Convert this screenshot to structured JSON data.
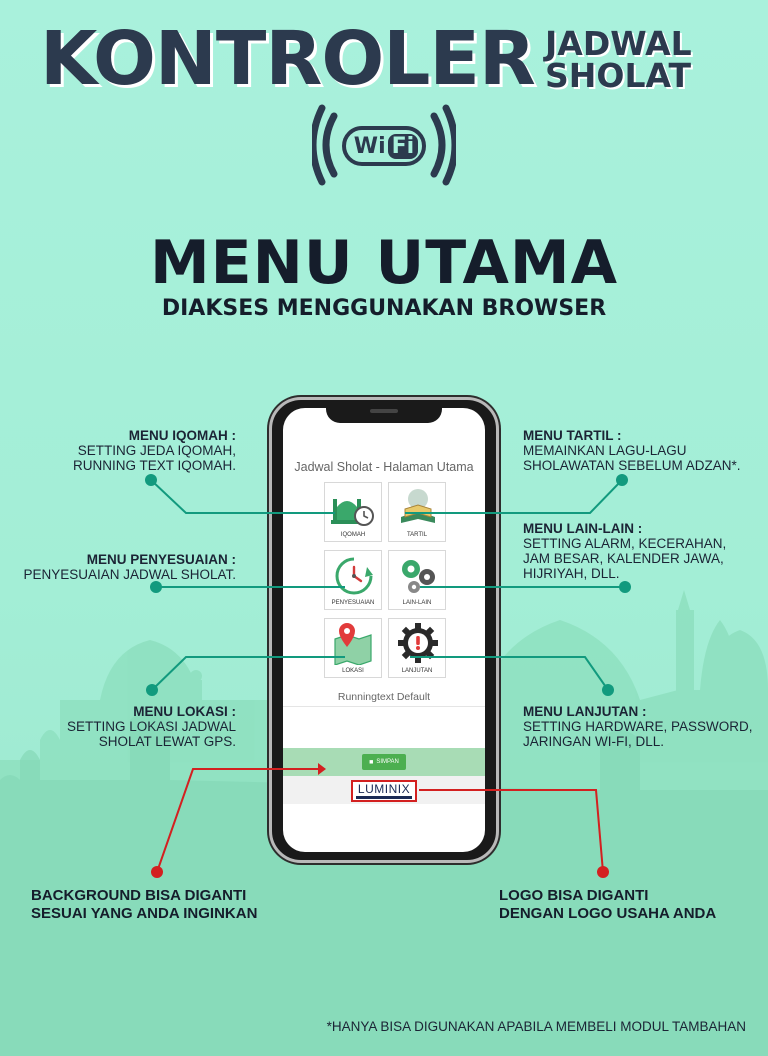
{
  "header": {
    "title_main": "KONTROLER",
    "title_side_line1": "JADWAL",
    "title_side_line2": "SHOLAT",
    "wifi_logo_wi": "Wi",
    "wifi_logo_fi": "Fi"
  },
  "menu": {
    "title": "MENU UTAMA",
    "subtitle": "DIAKSES MENGGUNAKAN BROWSER"
  },
  "annotations": {
    "iqomah": {
      "heading": "MENU IQOMAH :",
      "lines": [
        "SETTING JEDA IQOMAH,",
        "RUNNING TEXT IQOMAH."
      ]
    },
    "penyesuaian": {
      "heading": "MENU PENYESUAIAN :",
      "lines": [
        "PENYESUAIAN JADWAL SHOLAT."
      ]
    },
    "lokasi": {
      "heading": "MENU LOKASI :",
      "lines": [
        "SETTING LOKASI JADWAL",
        "SHOLAT LEWAT GPS."
      ]
    },
    "tartil": {
      "heading": "MENU TARTIL :",
      "lines": [
        "MEMAINKAN LAGU-LAGU",
        "SHOLAWATAN SEBELUM ADZAN*."
      ]
    },
    "lain_lain": {
      "heading": "MENU LAIN-LAIN :",
      "lines": [
        "SETTING ALARM, KECERAHAN,",
        "JAM BESAR, KALENDER JAWA,",
        "HIJRIYAH, DLL."
      ]
    },
    "lanjutan": {
      "heading": "MENU LANJUTAN :",
      "lines": [
        "SETTING HARDWARE, PASSWORD,",
        "JARINGAN WI-FI, DLL."
      ]
    }
  },
  "phone_screen": {
    "app_title": "Jadwal Sholat - Halaman Utama",
    "tiles": [
      {
        "label": "IQOMAH",
        "icon": "mosque-clock-icon"
      },
      {
        "label": "TARTIL",
        "icon": "quran-icon"
      },
      {
        "label": "PENYESUAIAN",
        "icon": "clock-adjust-icon"
      },
      {
        "label": "LAIN-LAIN",
        "icon": "gears-icon"
      },
      {
        "label": "LOKASI",
        "icon": "map-pin-icon"
      },
      {
        "label": "LANJUTAN",
        "icon": "gear-alert-icon"
      }
    ],
    "running_text": "Runningtext Default",
    "save_button": "SIMPAN",
    "logo_text": "LUMINIX"
  },
  "callouts": {
    "background": [
      "BACKGROUND BISA DIGANTI",
      "SESUAI YANG ANDA INGINKAN"
    ],
    "logo": [
      "LOGO BISA DIGANTI",
      "DENGAN LOGO USAHA ANDA"
    ]
  },
  "footnote": "*HANYA BISA DIGUNAKAN APABILA MEMBELI MODUL TAMBAHAN",
  "colors": {
    "background": "#a9f1dc",
    "text_dark": "#1b2435",
    "line_teal": "#129a7e",
    "callout_red": "#d32020"
  }
}
